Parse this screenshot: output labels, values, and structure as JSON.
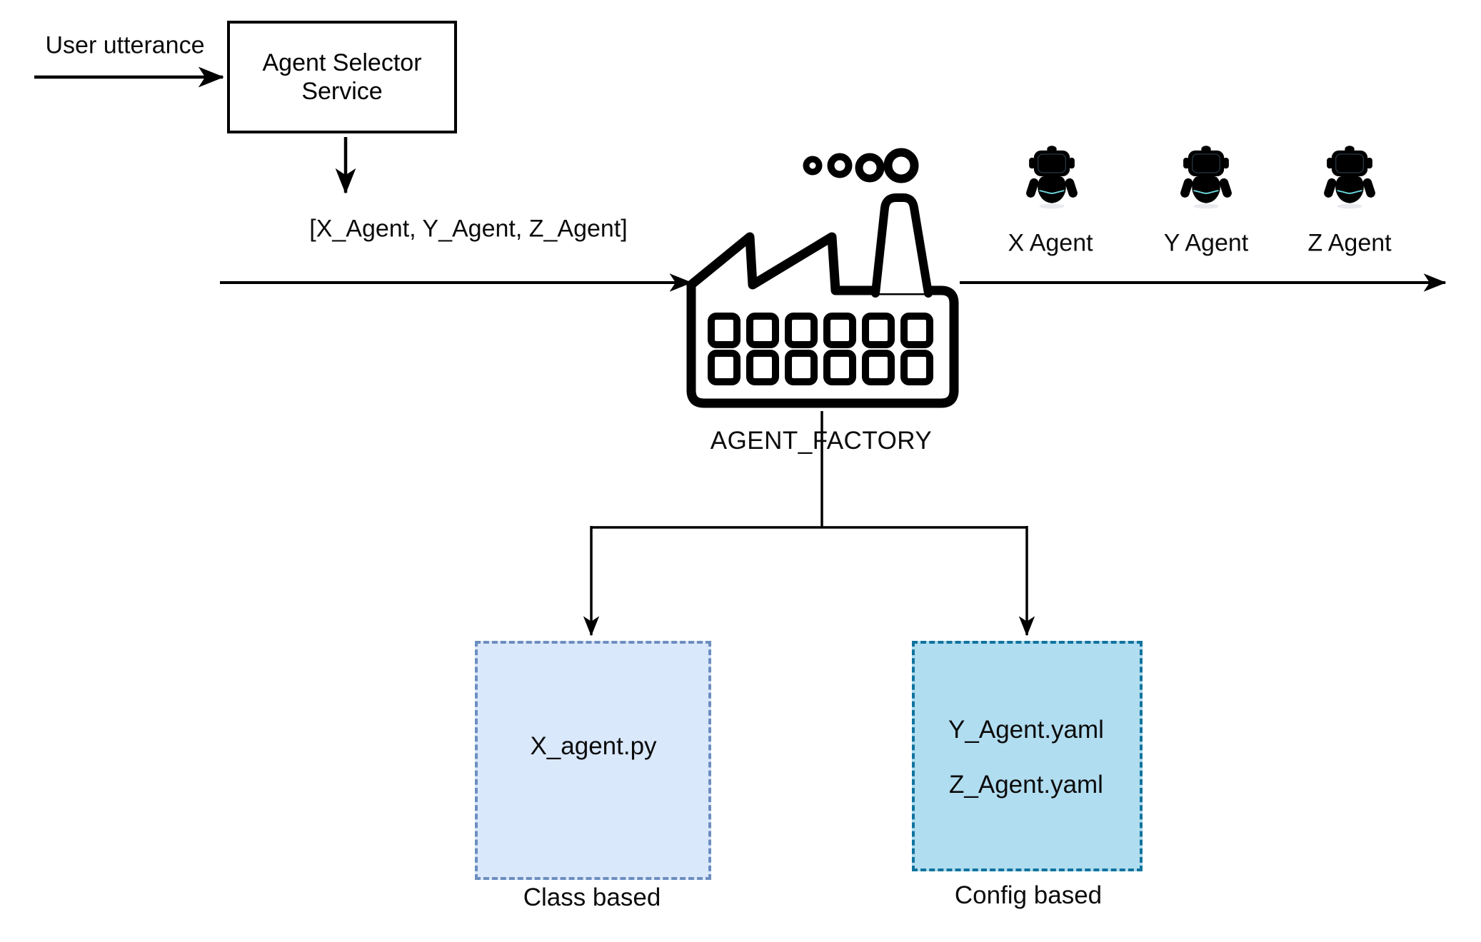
{
  "title_hint": "Agent factory flow diagram",
  "flow": {
    "user_utterance_label": "User utterance",
    "selector_box_label": "Agent Selector Service",
    "selected_agents_label": "[X_Agent, Y_Agent, Z_Agent]",
    "factory_label": "AGENT_FACTORY",
    "agents": [
      {
        "label": "X Agent"
      },
      {
        "label": "Y Agent"
      },
      {
        "label": "Z Agent"
      }
    ]
  },
  "instantiation": {
    "class_based": {
      "files": [
        "X_agent.py"
      ],
      "caption": "Class based"
    },
    "config_based": {
      "files": [
        "Y_Agent.yaml",
        "Z_Agent.yaml"
      ],
      "caption": "Config based"
    }
  },
  "colors": {
    "line_color": "#000000",
    "box_class_fill": "#dae8fc",
    "box_class_border": "#6c8ebf",
    "box_config_fill": "#b1ddf0",
    "box_config_border": "#10739e",
    "robot_screen": "#173648",
    "robot_eyes": "#57e4ea"
  }
}
